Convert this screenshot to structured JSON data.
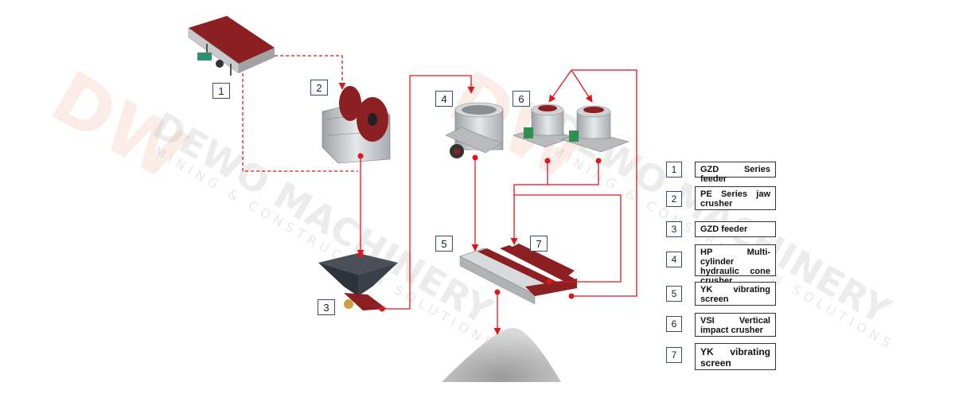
{
  "watermark": {
    "logo": "DW",
    "brand": "DEWO MACHINERY",
    "tagline": "MINING & CONSTRUCTION SOLUTIONS"
  },
  "machines": [
    {
      "id": "1",
      "label": "1"
    },
    {
      "id": "2",
      "label": "2"
    },
    {
      "id": "3",
      "label": "3"
    },
    {
      "id": "4",
      "label": "4"
    },
    {
      "id": "5",
      "label": "5"
    },
    {
      "id": "6",
      "label": "6"
    },
    {
      "id": "7",
      "label": "7"
    }
  ],
  "legend": [
    {
      "num": "1",
      "text": "GZD Series feeder"
    },
    {
      "num": "2",
      "text": "PE Series jaw crusher"
    },
    {
      "num": "3",
      "text": "GZD  feeder"
    },
    {
      "num": "4",
      "text": "HP  Multi-cylinder hydraulic cone crusher"
    },
    {
      "num": "5",
      "text": "YK  vibrating screen"
    },
    {
      "num": "6",
      "text": "VSI  Vertical impact crusher"
    },
    {
      "num": "7",
      "text": "YK  vibrating screen"
    }
  ],
  "colors": {
    "flow_line": "#e0161c",
    "machine_red": "#8b1f22",
    "machine_grey": "#c8cacc",
    "hopper": "#3a3f4a"
  }
}
